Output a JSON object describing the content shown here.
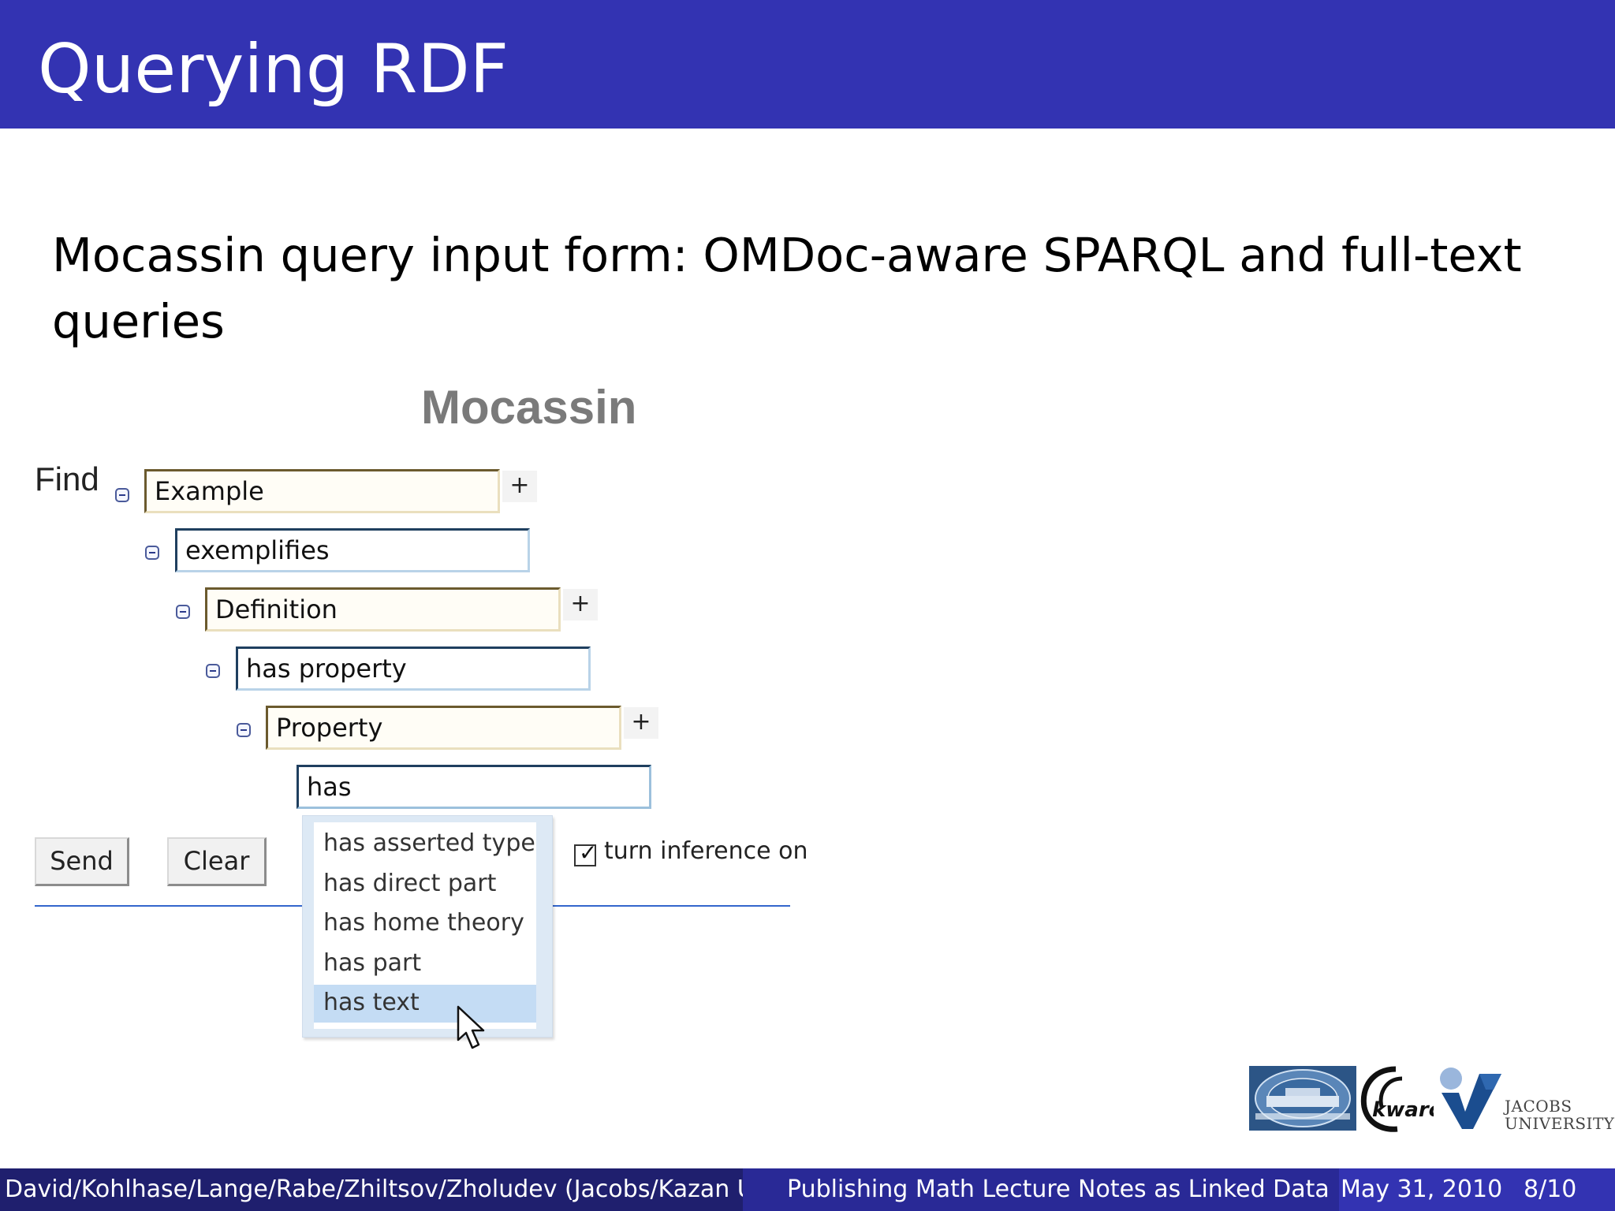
{
  "slide": {
    "title": "Querying RDF",
    "subtitle": "Mocassin query input form: OMDoc-aware SPARQL and full-text queries"
  },
  "app": {
    "name": "Mocassin",
    "find_label": "Find",
    "query_tree": [
      {
        "kind": "class",
        "value": "Example"
      },
      {
        "kind": "property",
        "value": "exemplifies"
      },
      {
        "kind": "class",
        "value": "Definition"
      },
      {
        "kind": "property",
        "value": "has property"
      },
      {
        "kind": "class",
        "value": "Property"
      },
      {
        "kind": "input",
        "value": "has"
      }
    ],
    "plus_label": "+",
    "send_label": "Send",
    "clear_label": "Clear",
    "inference_label": "turn inference on",
    "inference_checked": true,
    "autocomplete": {
      "options": [
        "has asserted type",
        "has direct part",
        "has home theory",
        "has part",
        "has text"
      ],
      "selected": "has text"
    }
  },
  "logos": {
    "university_text": "JACOBS UNIVERSITY",
    "kwarc_text": "kwarc"
  },
  "footer": {
    "authors": "David/Kohlhase/Lange/Rabe/Zhiltsov/Zholudev  (Jacobs/Kazan U.)",
    "talk_title": "Publishing Math Lecture Notes as Linked Data",
    "date": "May 31, 2010",
    "page": "8/10"
  },
  "colors": {
    "header_bg": "#3333b2",
    "footer_dark": "#1f1f6e",
    "footer_mid": "#292996",
    "selection": "#c4dcf4"
  }
}
